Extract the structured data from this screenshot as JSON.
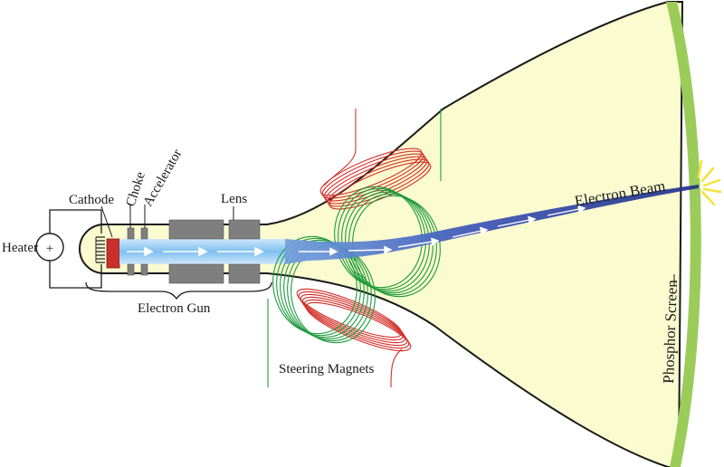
{
  "labels": {
    "heater": "Heater",
    "cathode": "Cathode",
    "choke": "Choke",
    "accelerator": "Accelerator",
    "lens": "Lens",
    "electron_gun": "Electron Gun",
    "steering_magnets": "Steering Magnets",
    "electron_beam": "Electron Beam",
    "phosphor_screen": "Phosphor Screen"
  },
  "battery_symbol": "+",
  "colors": {
    "tube_fill": "#fbfbd0",
    "phosphor": "#9bcc5a",
    "horizontal_coil": "#d4302a",
    "vertical_coil": "#1e9a3e",
    "beam": "#2f3f9e",
    "gun_beam": "#8ec8f0",
    "electrode": "#7f7f7f",
    "spot_glow": "#f5e23a"
  }
}
